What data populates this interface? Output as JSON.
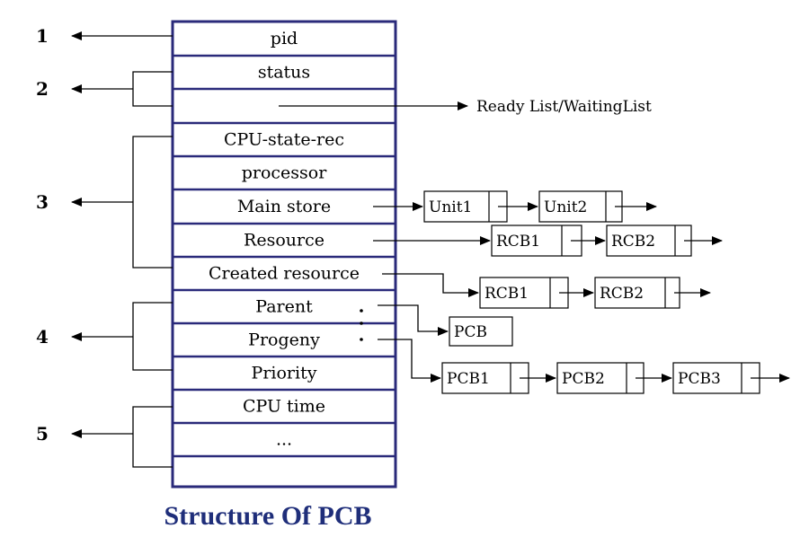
{
  "fields": [
    "pid",
    "status",
    "",
    "CPU-state-rec",
    "processor",
    "Main store",
    "Resource",
    "Created resource",
    "Parent",
    "Progeny",
    "Priority",
    "CPU time",
    "...",
    ""
  ],
  "groups": [
    "1",
    "2",
    "3",
    "4",
    "5"
  ],
  "ready_list": "Ready List/WaitingList",
  "main_store_chain": [
    "Unit1",
    "Unit2"
  ],
  "resource_chain": [
    "RCB1",
    "RCB2"
  ],
  "created_chain": [
    "RCB1",
    "RCB2"
  ],
  "parent_box": "PCB",
  "progeny_chain": [
    "PCB1",
    "PCB2",
    "PCB3"
  ],
  "caption": "Structure Of PCB",
  "colors": {
    "table_border": "#2a2a7a",
    "caption": "#1f2e7a"
  }
}
